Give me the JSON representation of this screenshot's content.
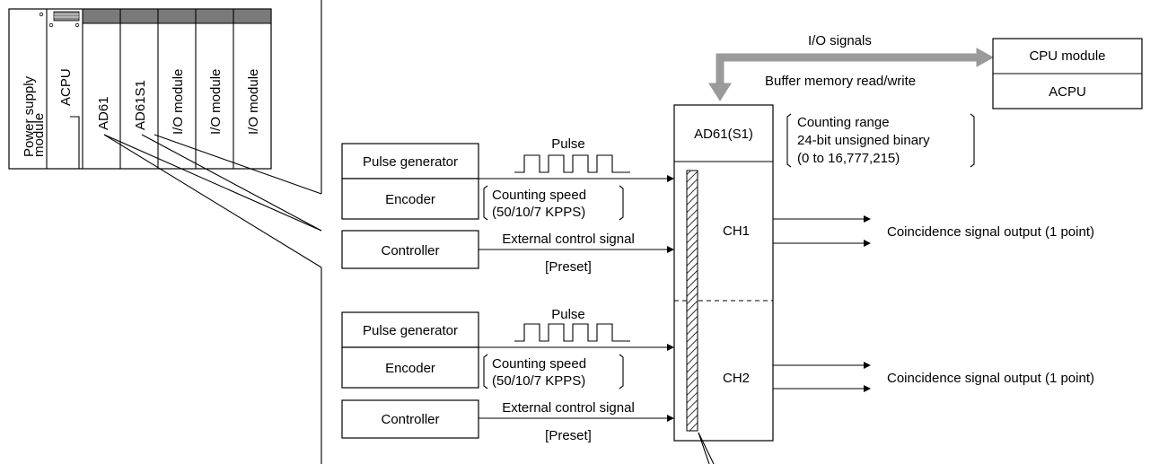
{
  "rack": {
    "slots": [
      "Power supply module",
      "ACPU",
      "AD61",
      "AD61S1",
      "I/O module",
      "I/O module",
      "I/O module"
    ]
  },
  "bus": {
    "top_label": "I/O signals",
    "bottom_label": "Buffer memory read/write"
  },
  "cpu": {
    "title": "CPU module",
    "name": "ACPU"
  },
  "module": {
    "name": "AD61(S1)",
    "ch1": "CH1",
    "ch2": "CH2",
    "range_title": "Counting range",
    "range_line2": "24-bit unsigned binary",
    "range_line3": "(0 to 16,777,215)"
  },
  "channels": [
    {
      "pulse_generator": "Pulse generator",
      "pulse_label": "Pulse",
      "encoder": "Encoder",
      "speed_line1": "Counting speed",
      "speed_line2": "(50/10/7 KPPS)",
      "controller": "Controller",
      "ext_signal": "External control signal",
      "preset": "[Preset]",
      "output": "Coincidence signal output (1 point)"
    },
    {
      "pulse_generator": "Pulse generator",
      "pulse_label": "Pulse",
      "encoder": "Encoder",
      "speed_line1": "Counting speed",
      "speed_line2": "(50/10/7 KPPS)",
      "controller": "Controller",
      "ext_signal": "External control signal",
      "preset": "[Preset]",
      "output": "Coincidence signal output (1 point)"
    }
  ]
}
